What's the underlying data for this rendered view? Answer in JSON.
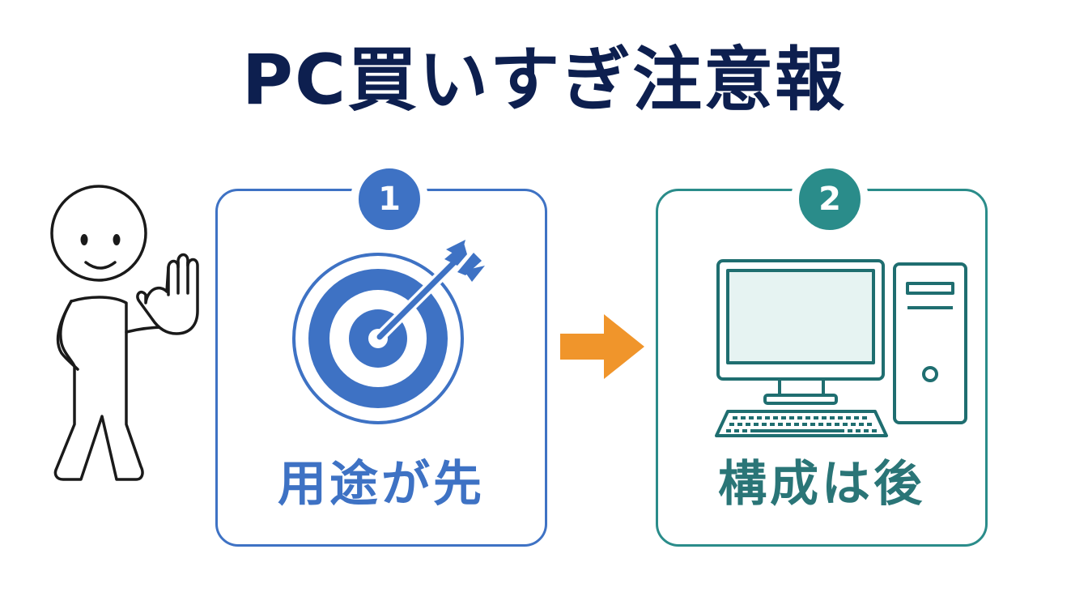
{
  "title": "PC買いすぎ注意報",
  "steps": [
    {
      "number": "1",
      "label": "用途が先",
      "icon": "target-arrow-icon"
    },
    {
      "number": "2",
      "label": "構成は後",
      "icon": "desktop-computer-icon"
    }
  ],
  "colors": {
    "title": "#0d1f4f",
    "step1": "#3e72c4",
    "step2": "#2a8c8a",
    "arrow": "#f0952b"
  }
}
